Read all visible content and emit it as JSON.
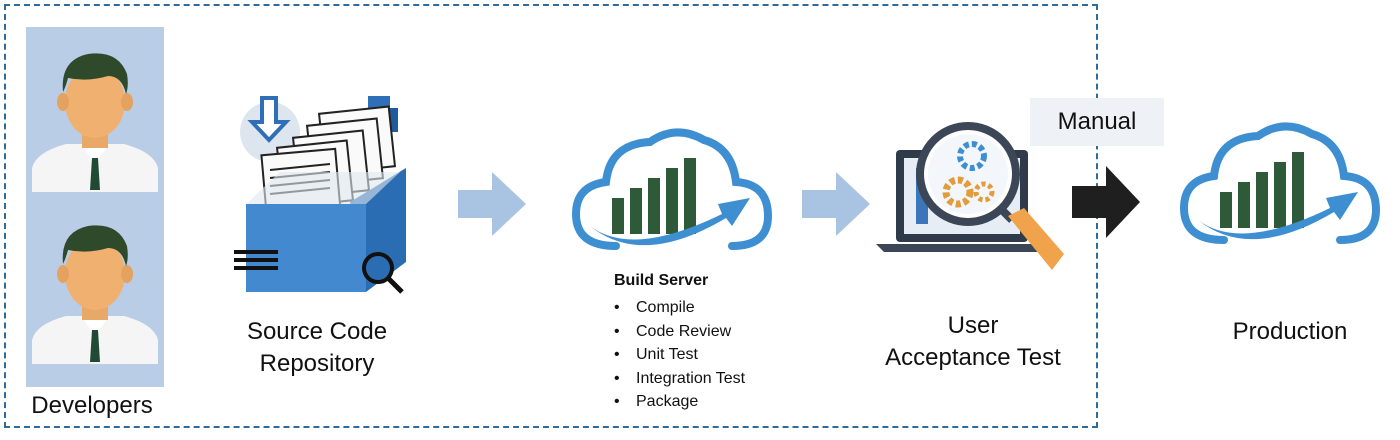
{
  "stages": {
    "developers": {
      "label": "Developers",
      "icon": "developer-person-icon"
    },
    "repository": {
      "label_line1": "Source Code",
      "label_line2": "Repository",
      "icon": "file-cabinet-icon"
    },
    "build_server": {
      "title": "Build Server",
      "icon": "cloud-growth-chart-icon",
      "steps": [
        "Compile",
        "Code Review",
        "Unit Test",
        "Integration Test",
        "Package"
      ]
    },
    "uat": {
      "label_line1": "User",
      "label_line2": "Acceptance Test",
      "icon": "magnifier-gears-laptop-icon"
    },
    "production": {
      "label": "Production",
      "icon": "cloud-growth-chart-icon"
    }
  },
  "transitions": {
    "manual_label": "Manual"
  },
  "colors": {
    "boundary": "#2f6b9a",
    "panel": "#b9cde6",
    "arrow_light": "#a9c3e2",
    "arrow_dark": "#1f1f1f",
    "cloud_blue": "#3d8fd1",
    "bars_green": "#2e5a3a"
  }
}
